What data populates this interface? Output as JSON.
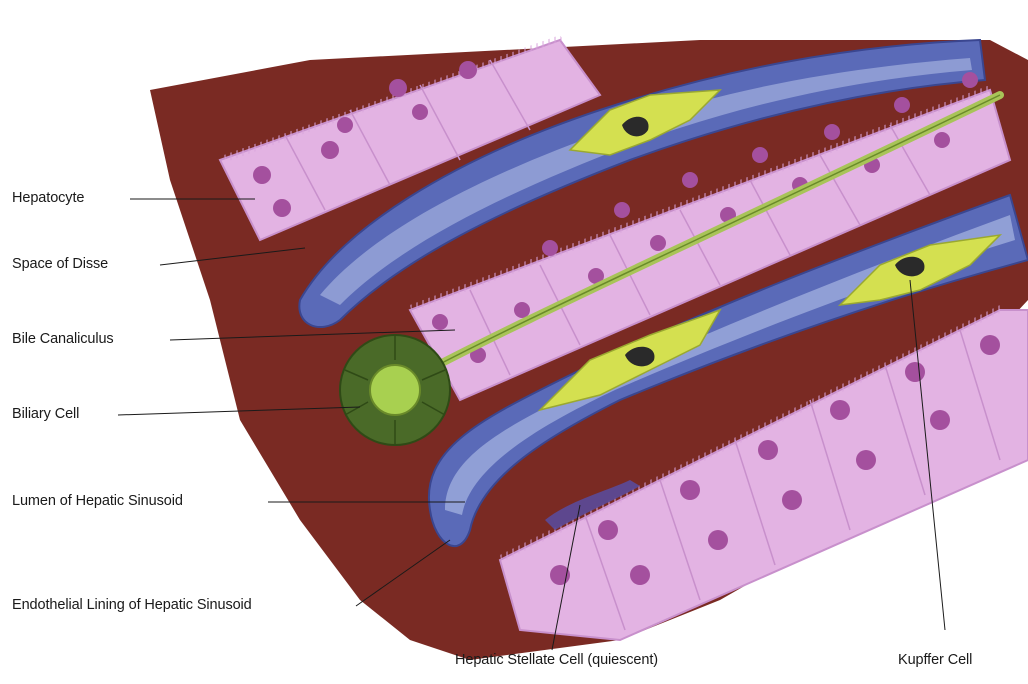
{
  "labels": {
    "hepatocyte": "Hepatocyte",
    "space_of_disse": "Space of Disse",
    "bile_canaliculus": "Bile Canaliculus",
    "biliary_cell": "Biliary Cell",
    "lumen": "Lumen of Hepatic Sinusoid",
    "endothelial": "Endothelial Lining of Hepatic Sinusoid",
    "stellate": "Hepatic Stellate Cell (quiescent)",
    "kupffer": "Kupffer Cell"
  },
  "colors": {
    "tissue": "#7a2a23",
    "hepatocyte": "#e3b3e3",
    "hepatocyte_edge": "#c890cc",
    "nucleus": "#a4509e",
    "sinusoid": "#5a6ab8",
    "sinusoid_lumen": "#9aa8da",
    "kupffer": "#d4e050",
    "biliary_cell": "#4a6a28",
    "bile_canal": "#a8c458"
  }
}
